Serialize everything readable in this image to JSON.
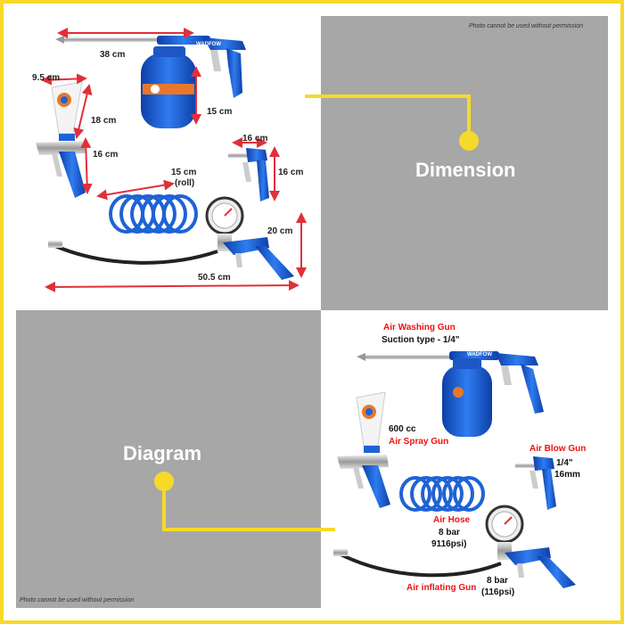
{
  "watermark_top": "Photo cannot be used without permission",
  "watermark_bottom": "Photo cannot be used without permission",
  "dimension_title": "Dimension",
  "diagram_title": "Diagram",
  "brand": "WADFOW",
  "dimensions": {
    "washing_gun_length": "38 cm",
    "washing_gun_height": "15 cm",
    "spray_cup_width": "9.5 cm",
    "spray_cup_height": "18 cm",
    "spray_gun_height": "16 cm",
    "blow_gun_width": "16 cm",
    "blow_gun_height": "16 cm",
    "hose_length": "15  cm",
    "hose_roll": "(roll)",
    "inflating_gun_height": "20 cm",
    "inflating_gun_length": "50.5 cm"
  },
  "diagram": {
    "washing_gun_name": "Air Washing Gun",
    "washing_gun_spec": "Suction type - 1/4\"",
    "spray_gun_cup": "600 cc",
    "spray_gun_name": "Air Spray Gun",
    "blow_gun_name": "Air Blow Gun",
    "blow_gun_spec1": "1/4\"",
    "blow_gun_spec2": "16mm",
    "hose_name": "Air Hose",
    "hose_spec1": "8 bar",
    "hose_spec2": "9116psi)",
    "inflating_name": "Air inflating Gun",
    "inflating_spec1": "8 bar",
    "inflating_spec2": "(116psi)"
  },
  "colors": {
    "frame": "#f6d92a",
    "tool_blue": "#1e63d6",
    "dimension_red": "#e0303a",
    "label_red": "#e11111",
    "panel_gray": "#a7a7a7"
  }
}
